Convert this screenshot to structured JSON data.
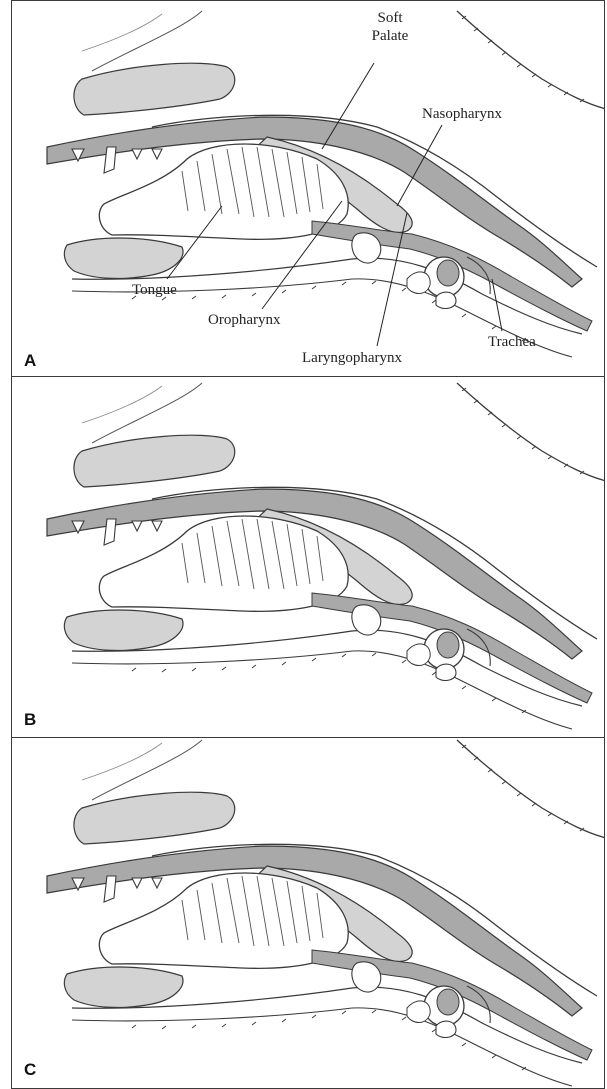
{
  "panels": [
    {
      "letter": "A",
      "labels": {
        "soft_palate_line1": "Soft",
        "soft_palate_line2": "Palate",
        "nasopharynx": "Nasopharynx",
        "tongue": "Tongue",
        "oropharynx": "Oropharynx",
        "laryngopharynx": "Laryngopharynx",
        "trachea": "Trachea"
      }
    },
    {
      "letter": "B"
    },
    {
      "letter": "C"
    }
  ],
  "colors": {
    "outline": "#3a3a3a",
    "airway_shade": "#a9a9a9",
    "light_shade": "#d3d3d3",
    "panel_border": "#3a3a3a"
  }
}
